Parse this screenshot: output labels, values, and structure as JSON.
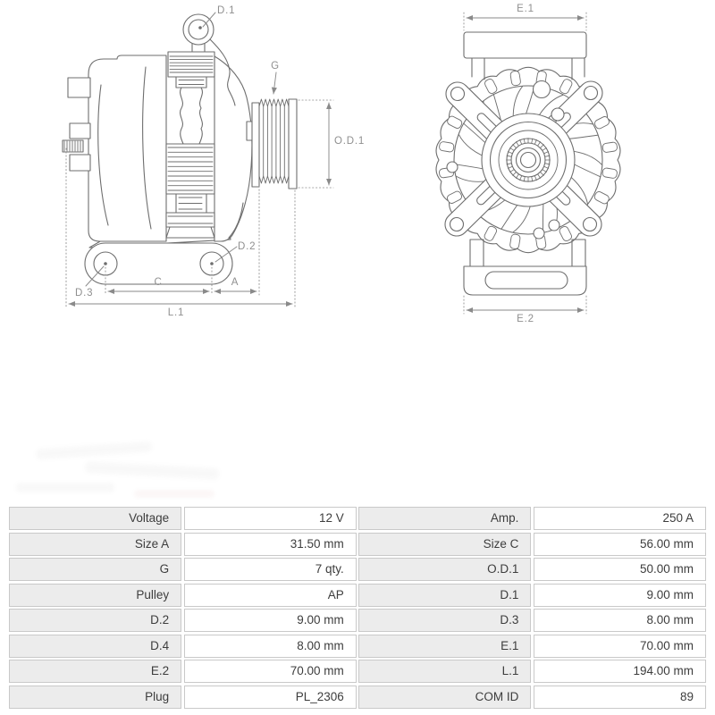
{
  "diagram": {
    "stroke_color": "#6e6e6e",
    "dim_color": "#8a8a8a",
    "label_color": "#8f8f8f",
    "side_view": {
      "labels": {
        "d1": "D.1",
        "g": "G",
        "od1": "O.D.1",
        "d2": "D.2",
        "d3": "D.3",
        "c": "C",
        "a": "A",
        "l1": "L.1"
      }
    },
    "front_view": {
      "labels": {
        "e1": "E.1",
        "e2": "E.2"
      }
    }
  },
  "spec_table": {
    "colors": {
      "label_bg": "#ececec",
      "value_bg": "#ffffff",
      "border": "#c9c9c9",
      "text": "#3d3d3d"
    },
    "rows": [
      {
        "label_left": "Voltage",
        "value_left": "12 V",
        "label_right": "Amp.",
        "value_right": "250 A"
      },
      {
        "label_left": "Size A",
        "value_left": "31.50 mm",
        "label_right": "Size C",
        "value_right": "56.00 mm"
      },
      {
        "label_left": "G",
        "value_left": "7 qty.",
        "label_right": "O.D.1",
        "value_right": "50.00 mm"
      },
      {
        "label_left": "Pulley",
        "value_left": "AP",
        "label_right": "D.1",
        "value_right": "9.00 mm"
      },
      {
        "label_left": "D.2",
        "value_left": "9.00 mm",
        "label_right": "D.3",
        "value_right": "8.00 mm"
      },
      {
        "label_left": "D.4",
        "value_left": "8.00 mm",
        "label_right": "E.1",
        "value_right": "70.00 mm"
      },
      {
        "label_left": "E.2",
        "value_left": "70.00 mm",
        "label_right": "L.1",
        "value_right": "194.00 mm"
      },
      {
        "label_left": "Plug",
        "value_left": "PL_2306",
        "label_right": "COM ID",
        "value_right": "89"
      }
    ]
  }
}
